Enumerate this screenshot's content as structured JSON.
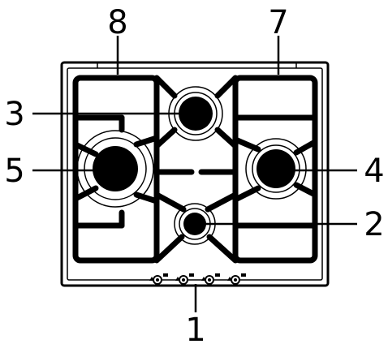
{
  "callouts": {
    "knobs": "1",
    "burner_front_right_small": "2",
    "burner_rear_center": "3",
    "burner_right": "4",
    "burner_left_large": "5",
    "grate_right": "7",
    "grate_left": "8"
  },
  "colors": {
    "outline": "#000000",
    "background": "#ffffff"
  },
  "icons": {
    "knob": "knob-icon",
    "burner": "burner-icon"
  }
}
